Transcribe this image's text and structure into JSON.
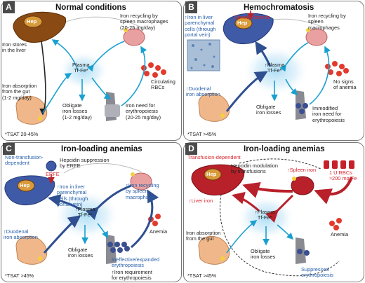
{
  "panels": {
    "a": {
      "letter": "A",
      "title": "Normal conditions",
      "hep": "Hep",
      "liver_stores": [
        "Iron stores",
        "in the liver"
      ],
      "spleen_recycling": [
        "Iron recycling by",
        "spleen macrophages",
        "(20-25 mg/day)"
      ],
      "plasma": [
        "Plasma",
        "Tf-Fe*"
      ],
      "circulating": [
        "Circulating",
        "RBCs"
      ],
      "absorption": [
        "Iron absorption",
        "from the gut",
        "(1-2 mg/day)"
      ],
      "losses": [
        "Obligate",
        "iron losses",
        "(1-2 mg/day)"
      ],
      "need": [
        "Iron need for",
        "erythropoiesis",
        "(20-25 mg/day)"
      ],
      "tsat": "*TSAT 20-45%"
    },
    "b": {
      "letter": "B",
      "title": "Hemochromatosis",
      "hep": "Hep",
      "genetic": "Genetic defects",
      "liver_iron": [
        "↑Iron in liver",
        "parenchymal",
        "cells (through",
        "portal vein)"
      ],
      "spleen_recycling": [
        "Iron recycling by",
        "spleen",
        "macrophages"
      ],
      "plasma": [
        "↑Plasma",
        "Tf-Fe*"
      ],
      "no_anemia": [
        "No signs",
        "of anemia"
      ],
      "duodenal": [
        "↑Duodenal",
        "iron absorption"
      ],
      "losses": [
        "Obligate",
        "iron losses"
      ],
      "immodified": [
        "Immodified",
        "iron need for",
        "erythropoiesis"
      ],
      "tsat": "*TSAT >45%"
    },
    "c": {
      "letter": "C",
      "title": "Iron-loading anemias",
      "hep": "Hep",
      "non_transfusion": [
        "Non-transfusion-",
        "dependent"
      ],
      "hepcidin": [
        "Hepcidin suppression",
        "by ERFE"
      ],
      "erfe": "ERFE",
      "liver_iron": [
        "↑Iron in liver",
        "parenchymal",
        "cells (through",
        "portal vein)"
      ],
      "spleen_recycling": [
        "↑Iron recycling",
        "by spleen",
        "macrophages"
      ],
      "plasma": [
        "↑Plasma",
        "Tf-Fe*"
      ],
      "anemia": "Anemia",
      "duodenal": [
        "↑Duodenal",
        "iron absorption"
      ],
      "losses": [
        "Obligate",
        "iron losses"
      ],
      "ineffective": [
        "Ineffective/expanded",
        "erythropoiesis"
      ],
      "requirement": [
        "↑Iron requirement",
        "for erythropoiesis"
      ],
      "tsat": "*TSAT >45%"
    },
    "d": {
      "letter": "D",
      "title": "Iron-loading anemias",
      "hep": "Hep",
      "transfusion": "Transfusion-dependent",
      "hepcidin": [
        "Hepcidin modulation",
        "by transfusions"
      ],
      "spleen_iron": "↑Spleen iron",
      "rbc_units": [
        "1 U RBCs",
        "≈200 mg Fe"
      ],
      "liver_iron": "↑Liver iron",
      "plasma": [
        "↑Plasma",
        "Tf-Fe*"
      ],
      "anemia": "Anemia",
      "absorption": [
        "Iron absorption",
        "from the gut"
      ],
      "losses": [
        "Obligate",
        "iron losses"
      ],
      "suppressed": [
        "Suppressed",
        "erythropoiesis"
      ],
      "tsat": "*TSAT >45%"
    }
  },
  "colors": {
    "liver_normal": "#8a4a14",
    "liver_blue": "#3f5aa6",
    "liver_red": "#b8202a",
    "spleen": "#e8a0a0",
    "arrow_blue": "#1aa0d0",
    "arrow_navy": "#2f4f90",
    "rbc": "#e23a2c",
    "text_blue": "#2860a8",
    "text_red": "#d7262f"
  }
}
